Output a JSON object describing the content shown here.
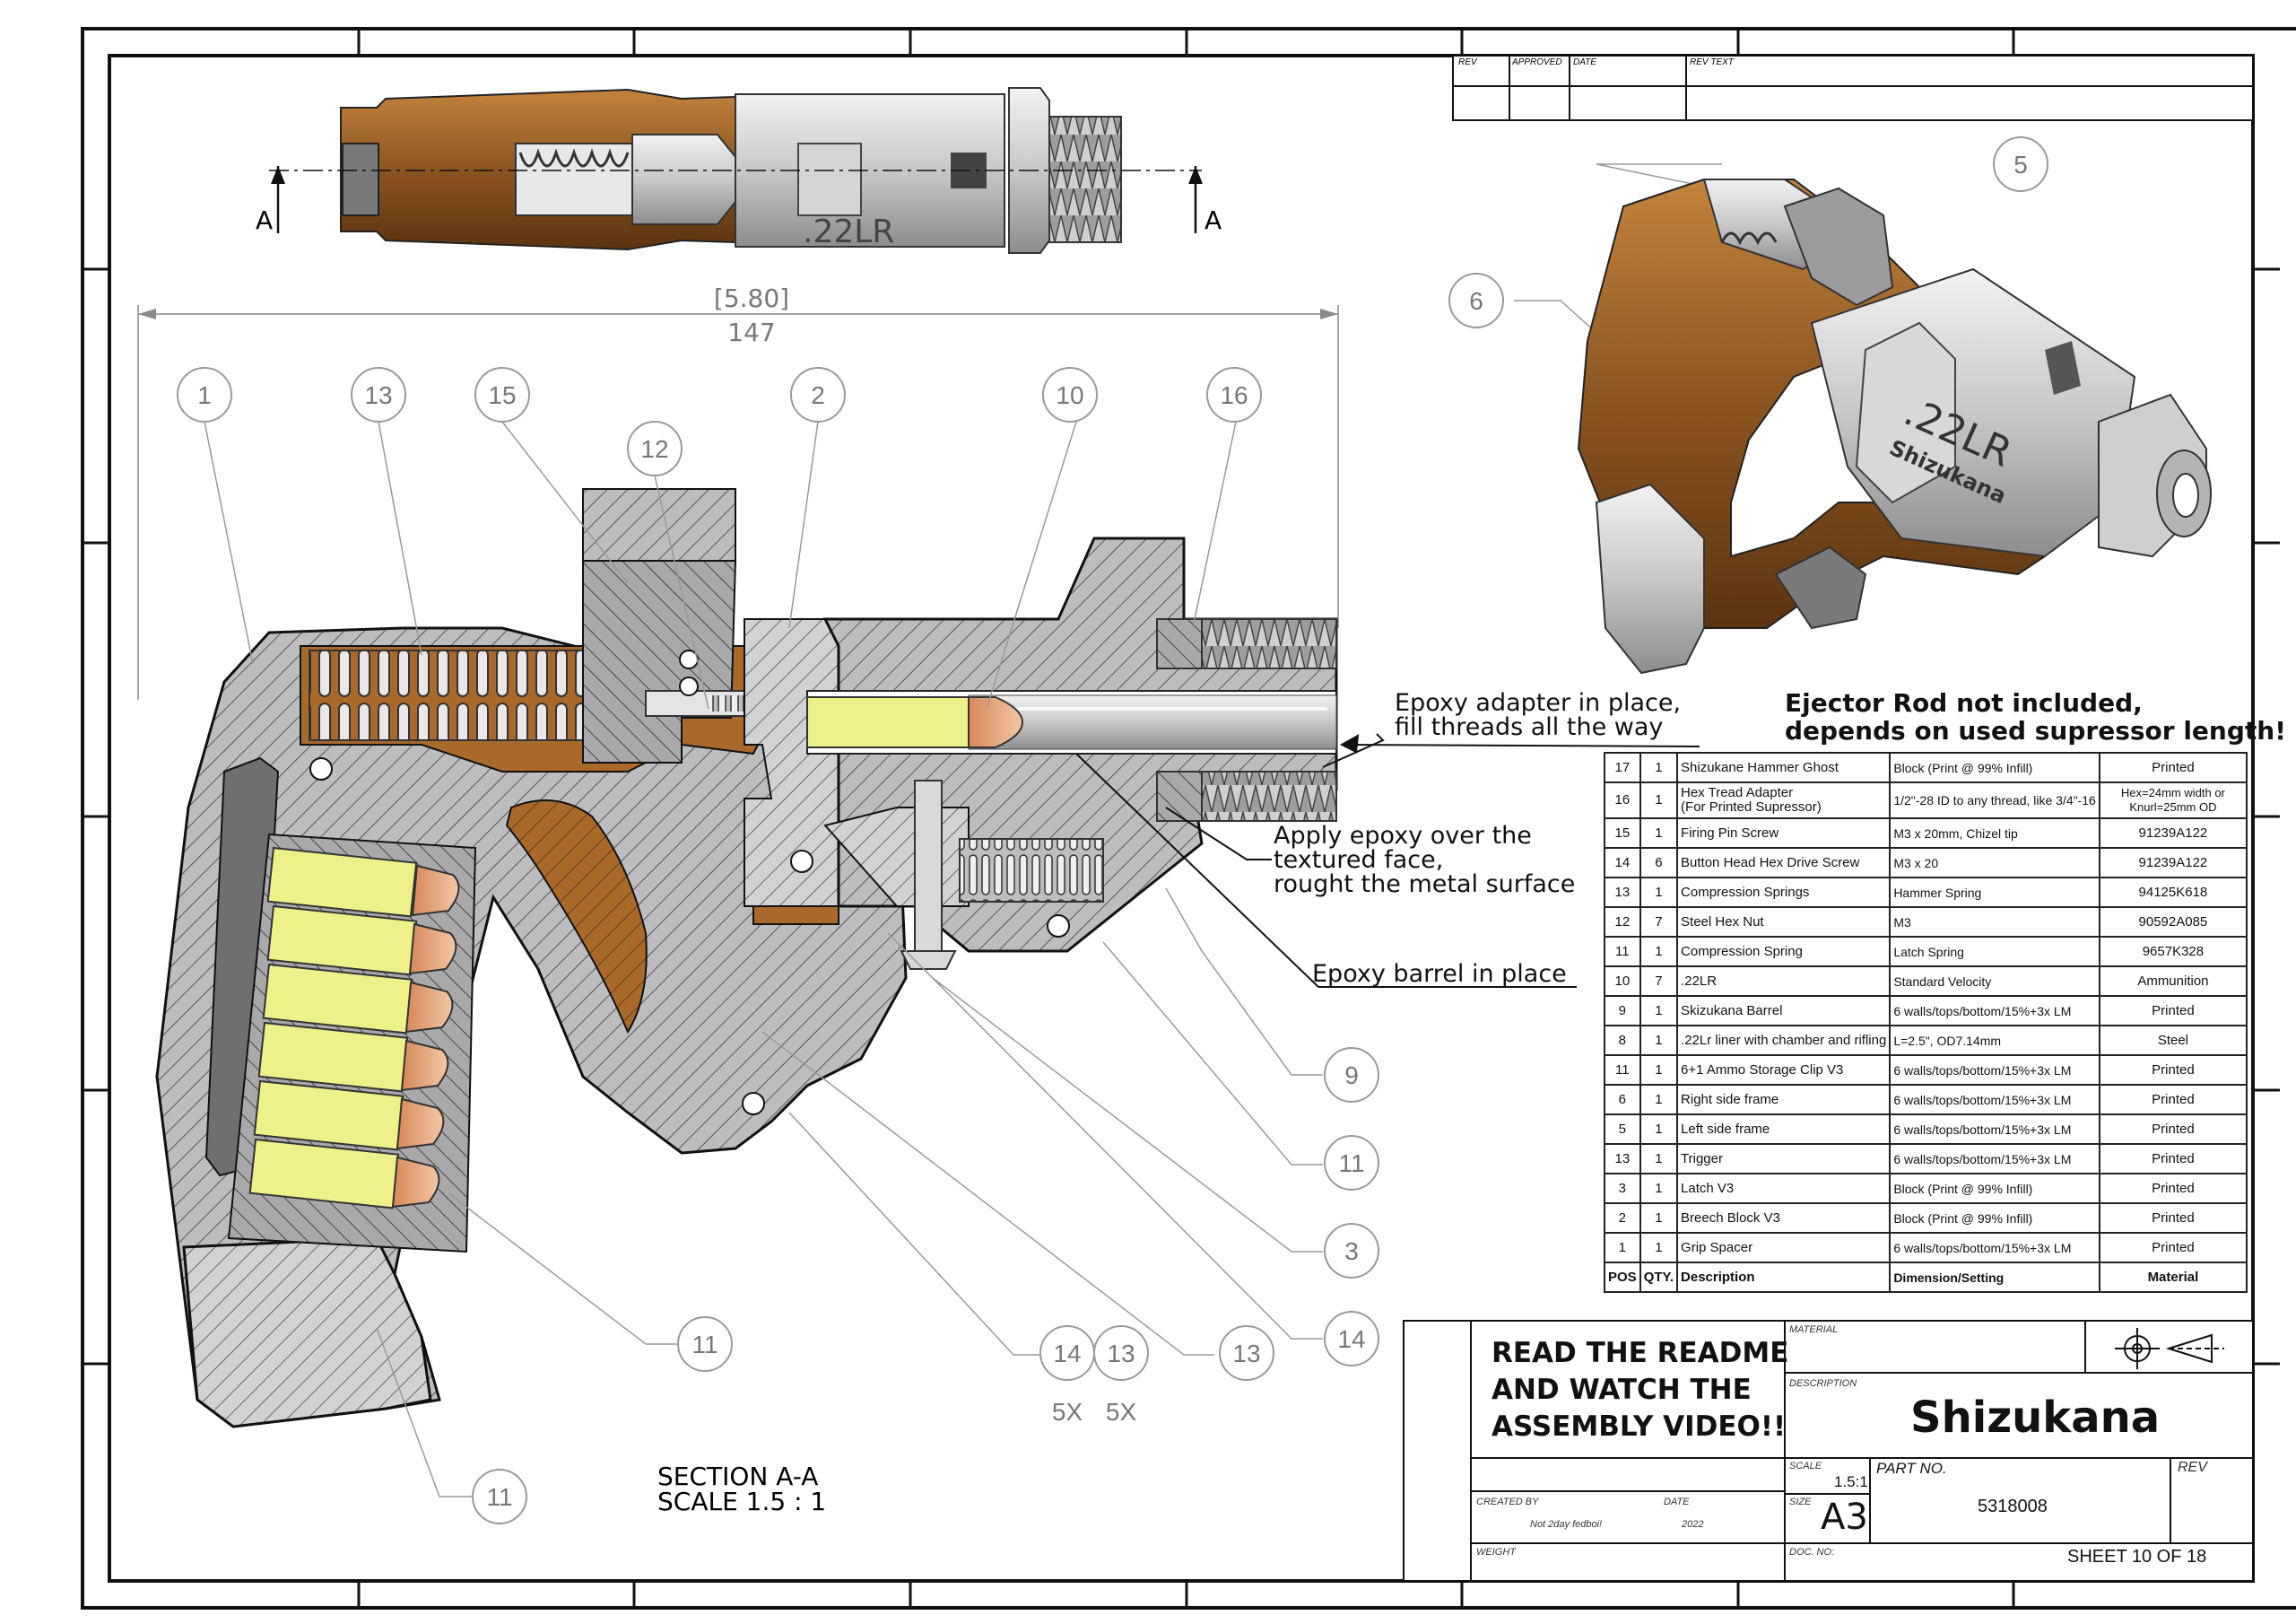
{
  "revision_block": {
    "headers": [
      "REV",
      "APPROVED",
      "DATE",
      "REV TEXT"
    ]
  },
  "top_view": {
    "marking": ".22LR",
    "section_mark": "A"
  },
  "dimension": {
    "inch": "[5.80]",
    "mm": "147"
  },
  "section_label": {
    "line1": "SECTION A-A",
    "line2": "SCALE 1.5 : 1"
  },
  "balloons": [
    {
      "n": "1"
    },
    {
      "n": "13"
    },
    {
      "n": "15"
    },
    {
      "n": "12"
    },
    {
      "n": "2"
    },
    {
      "n": "10"
    },
    {
      "n": "16"
    },
    {
      "n": "5"
    },
    {
      "n": "6"
    },
    {
      "n": "9"
    },
    {
      "n": "11"
    },
    {
      "n": "3"
    },
    {
      "n": "14"
    },
    {
      "n": "13"
    },
    {
      "n": "14"
    },
    {
      "n": "13"
    },
    {
      "n": "11"
    },
    {
      "n": "11"
    }
  ],
  "multipliers": [
    "5X",
    "5X"
  ],
  "notes": {
    "epoxy_adapter": [
      "Epoxy adapter in place,",
      "fill threads all the way"
    ],
    "apply_epoxy": [
      "Apply epoxy over the",
      "textured face,",
      "rought the metal surface"
    ],
    "epoxy_barrel": "Epoxy barrel in place",
    "ejector": [
      "Ejector Rod not included,",
      "depends on used supressor length!"
    ]
  },
  "iso_view": {
    "marking": ".22LR",
    "brand": "Shizukana"
  },
  "bom": {
    "header": [
      "POS",
      "QTY.",
      "Description",
      "Dimension/Setting",
      "Material"
    ],
    "rows": [
      [
        "17",
        "1",
        "Shizukane Hammer Ghost",
        "Block (Print @ 99% Infill)",
        "Printed"
      ],
      [
        "16",
        "1",
        "Hex Tread Adapter\n(For Printed Supressor)",
        "1/2\"-28 ID to any thread, like 3/4\"-16",
        "Hex=24mm width or\nKnurl=25mm OD"
      ],
      [
        "15",
        "1",
        "Firing Pin Screw",
        "M3 x 20mm, Chizel tip",
        "91239A122"
      ],
      [
        "14",
        "6",
        "Button Head Hex Drive Screw",
        "M3 x 20",
        "91239A122"
      ],
      [
        "13",
        "1",
        "Compression Springs",
        "Hammer Spring",
        "94125K618"
      ],
      [
        "12",
        "7",
        "Steel Hex Nut",
        "M3",
        "90592A085"
      ],
      [
        "11",
        "1",
        "Compression Spring",
        "Latch Spring",
        "9657K328"
      ],
      [
        "10",
        "7",
        ".22LR",
        "Standard Velocity",
        "Ammunition"
      ],
      [
        "9",
        "1",
        "Skizukana Barrel",
        "6 walls/tops/bottom/15%+3x LM",
        "Printed"
      ],
      [
        "8",
        "1",
        ".22Lr liner with chamber and rifling",
        "L=2.5\", OD7.14mm",
        "Steel"
      ],
      [
        "11",
        "1",
        "6+1 Ammo Storage Clip V3",
        "6 walls/tops/bottom/15%+3x LM",
        "Printed"
      ],
      [
        "6",
        "1",
        "Right side frame",
        "6 walls/tops/bottom/15%+3x LM",
        "Printed"
      ],
      [
        "5",
        "1",
        "Left side frame",
        "6 walls/tops/bottom/15%+3x LM",
        "Printed"
      ],
      [
        "13",
        "1",
        "Trigger",
        "6 walls/tops/bottom/15%+3x LM",
        "Printed"
      ],
      [
        "3",
        "1",
        "Latch V3",
        "Block (Print @ 99% Infill)",
        "Printed"
      ],
      [
        "2",
        "1",
        "Breech Block V3",
        "Block (Print @ 99% Infill)",
        "Printed"
      ],
      [
        "1",
        "1",
        "Grip Spacer",
        "6 walls/tops/bottom/15%+3x LM",
        "Printed"
      ]
    ]
  },
  "title_block": {
    "readme": [
      "READ THE README",
      "AND WATCH THE",
      "ASSEMBLY VIDEO!!"
    ],
    "material_label": "MATERIAL",
    "description_label": "DESCRIPTION",
    "title": "Shizukana",
    "scale_label": "SCALE",
    "scale": "1.5:1",
    "part_no_label": "PART NO.",
    "part_no": "5318008",
    "rev_label": "REV",
    "created_by_label": "CREATED BY",
    "created_by": "Not 2day fedboi!",
    "date_label": "DATE",
    "date": "2022",
    "size_label": "SIZE",
    "size": "A3",
    "weight_label": "WEIGHT",
    "doc_no_label": "DOC. NO:",
    "sheet": "SHEET 10 OF 18"
  },
  "colors": {
    "brass": "#a9692b",
    "steel": "#b9b9bb",
    "frame": "#8f8f91",
    "cartridge": "#eef08a",
    "bullet": "#e09a6c",
    "line": "#111111"
  }
}
